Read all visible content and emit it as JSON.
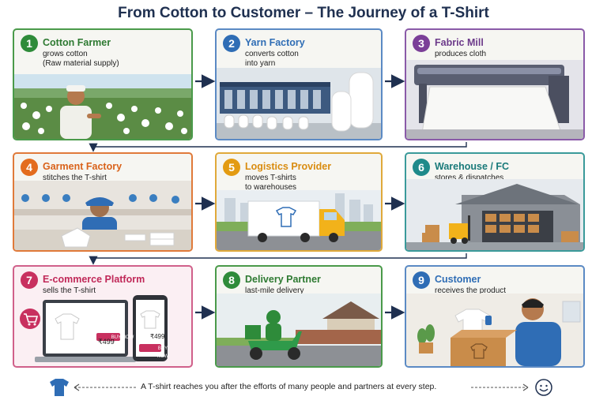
{
  "title": "From Cotton to Customer – The Journey of a T-Shirt",
  "steps": [
    {
      "num": "1",
      "title": "Cotton Farmer",
      "sub1": "grows cotton",
      "sub2": "(Raw material supply)",
      "color": "#2e8b3a"
    },
    {
      "num": "2",
      "title": "Yarn Factory",
      "sub1": "converts cotton",
      "sub2": "into yarn",
      "color": "#2f6db5"
    },
    {
      "num": "3",
      "title": "Fabric Mill",
      "sub1": "produces cloth",
      "sub2": "",
      "color": "#7b3f98"
    },
    {
      "num": "4",
      "title": "Garment Factory",
      "sub1": "stitches the T-shirt",
      "sub2": "",
      "color": "#e36c1e"
    },
    {
      "num": "5",
      "title": "Logistics Provider",
      "sub1": "moves T-shirts",
      "sub2": "to warehouses",
      "color": "#e39b12"
    },
    {
      "num": "6",
      "title": "Warehouse / FC",
      "sub1": "stores & dispatches",
      "sub2": "",
      "color": "#1f8a8a"
    },
    {
      "num": "7",
      "title": "E-commerce Platform",
      "sub1": "sells the T-shirt",
      "sub2": "",
      "color": "#c8305f"
    },
    {
      "num": "8",
      "title": "Delivery Partner",
      "sub1": "last-mile delivery",
      "sub2": "",
      "color": "#2e8b3a"
    },
    {
      "num": "9",
      "title": "Customer",
      "sub1": "receives the product",
      "sub2": "",
      "color": "#2f6db5"
    }
  ],
  "ecommerce": {
    "price_laptop": "₹499",
    "price_phone": "₹499",
    "buy_laptop": "BUY NOW",
    "buy_phone": "BUY NOW"
  },
  "footer": {
    "text": "A T-shirt reaches you after the efforts of many people and partners at every step."
  },
  "icons": {
    "tshirt": "tshirt-icon",
    "smiley": "smiley-icon",
    "cart": "cart-icon"
  }
}
